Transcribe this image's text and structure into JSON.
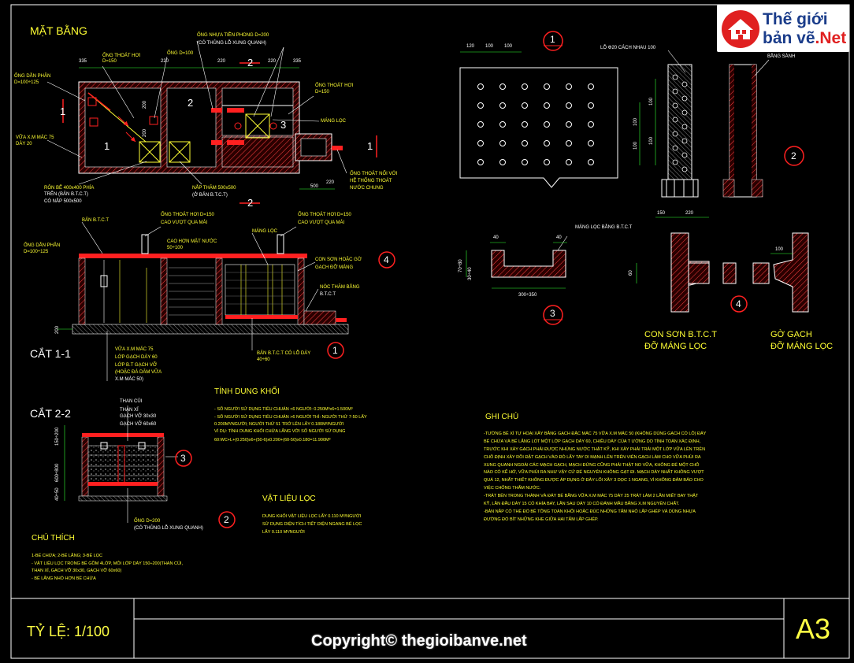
{
  "logo": {
    "line1": "Thế giới",
    "line2a": "bản vẽ",
    "line2b": ".Net"
  },
  "copyright": "Copyright© thegioibanve.net",
  "title_block": {
    "scale_label": "TỶ LỆ: 1/100",
    "sheet_size": "A3"
  },
  "plan": {
    "title": "MẶT BẰNG",
    "labels": {
      "inlet_pipe": "ỐNG DẪN PHÂN",
      "inlet_pipe_dia": "D=100÷125",
      "vent1": "ỐNG THOÁT HƠI",
      "vent1_dia": "D=150",
      "pipe100": "ỐNG D=100",
      "tp_pipe": "ỐNG NHỰA TIỀN PHONG D=200",
      "tp_pipe_note": "(CÓ THỦNG LỖ XUNG QUANH)",
      "vent2": "ỐNG THOÁT HƠI",
      "vent2_dia": "D=150",
      "filter_tray": "MÁNG LỌC",
      "mortar": "VỮA X.M MÁC 75",
      "mortar_thk": "DÀY 20",
      "outlet": "ỐNG THOÁT NỐI VỚI",
      "outlet2": "HỆ THỐNG THOÁT",
      "outlet3": "NƯỚC CHUNG",
      "hole": "RÔN BÊ 400x400 PHÍA",
      "hole2": "TRÊN (BẢN B.T.C.T)",
      "hole3": "CÓ NẮP 500x500",
      "manhole": "NẮP THĂM 500x500",
      "manhole2": "(Ở BẢN B.T.C.T)",
      "dims": [
        "335",
        "220",
        "220",
        "220",
        "335",
        "500",
        "220",
        "200",
        "200"
      ]
    },
    "chambers": [
      "1",
      "2",
      "3"
    ],
    "section_marks": [
      "1",
      "1",
      "2",
      "2"
    ]
  },
  "section11": {
    "title": "CẮT 1-1",
    "labels": {
      "slab": "BẢN B.T.C.T",
      "vent": "ỐNG THOÁT HƠI D=150",
      "vent2": "CAO VƯỢT QUA MÁI",
      "vent3": "ỐNG THOÁT HƠI D=150",
      "vent4": "CAO VƯỢT QUA MÁI",
      "inlet": "ỐNG DẪN PHÂN",
      "inlet2": "D=100÷125",
      "water": "CAO HƠN MẶT NƯỚC",
      "water2": "50÷100",
      "tray": "MÁNG LỌC",
      "corbel": "CON SƠN HOẶC GỜ",
      "corbel2": "GẠCH ĐỠ MÁNG",
      "cover": "NÓC THĂM BẰNG",
      "cover2": "B.T.C.T",
      "base": "BẢN B.T.C.T CÓ LỖ DÀY",
      "base2": "40÷60",
      "l1": "VỮA X.M MÁC 75",
      "l2": "LỚP GẠCH DÀY 60",
      "l3": "LỚP B.T GẠCH VỠ",
      "l4": "(HOẶC ĐÁ DĂM VỮA",
      "l5": "X.M MÁC 50)",
      "dim": "200"
    }
  },
  "section22": {
    "title": "CẮT 2-2",
    "labels": {
      "m1": "THAN CỦI",
      "m2": "THAN XỈ",
      "m3": "GẠCH VỠ 30x30",
      "m4": "GẠCH VỠ 60x60",
      "pipe": "ỐNG D=200",
      "pipe2": "(CÓ THỦNG LỖ XUNG QUANH)",
      "dims": [
        "150÷200",
        "600÷800",
        "40÷50"
      ]
    }
  },
  "volume": {
    "title": "TÍNH DUNG KHỐI",
    "lines": [
      "- SỐ NGƯỜI SỬ DỤNG TIÊU CHUẨN <6 NGƯỜI: 0.250M³x6=1.500M³",
      "- SỐ NGƯỜI SỬ DỤNG TIÊU CHUẨN >6 NGƯỜI THÌ: NGƯỜI THỨ 7-50 LẤY",
      "0.200M³/NGƯỜI; NGƯỜI THỨ 51 TRỞ LÊN LẤY 0.180M³/NGƯỜI",
      "VÍ DỤ: TÍNH DUNG KHỐI CHỨA LẮNG VỚI SỐ NGƯỜI SỬ DỤNG",
      "60:WC+L+(0.250)x6+(50-6)x0.200+(60-50)x0.180=11.900M³"
    ]
  },
  "material": {
    "title": "VẬT LIỆU LỌC",
    "lines": [
      "DUNG KHỐI VẬT LIỆU LỌC LẤY 0.110 M³/NGƯỜI",
      "SỬ DỤNG DIỆN TÍCH TIẾT DIỆN NGANG BỂ LỌC",
      "LẤY 0.110 M²/NGƯỜI"
    ]
  },
  "legend": {
    "title": "CHÚ THÍCH",
    "lines": [
      "1-BỂ CHỨA; 2-BỂ LẮNG; 3-BỂ LỌC",
      "- VẬT LIỆU LỌC TRONG BỂ GỒM 4LỚP, MỖI LỚP DÀY 150÷200(THAN CỦI,",
      "THAN XỈ, GẠCH VỠ 30x30, GẠCH VỠ 60x60)",
      "- BỂ LẮNG NHỎ HƠN BỂ CHỨA"
    ]
  },
  "notes": {
    "title": "GHI CHÚ",
    "lines": [
      "-TƯỜNG BỂ XÍ TỰ HOẠI XÂY BẰNG GẠCH  ĐẶC MÁC 75 VỮA X.M MÁC 50 (KHÔNG DÙNG GẠCH CÓ LỖ) ĐÁY",
      "BỂ CHỨA VÀ BỂ LẮNG LÓT MỘT LỚP GẠCH DÀY 60, CHIỀU DÀY CỦA T ƯỜNG DO TÍNH TOÁN XÁC ĐỊNH,",
      "TRƯỚC KHI XÂY GẠCH PHẢI ĐƯỢC NHÚNG NƯỚC THẬT KỸ, KHI XÂY PHẢI TRẢI MỘT LỚP VỮA LÊN TRÊN",
      "CHỖ ĐỊNH XÂY RỒI ĐẶT GẠCH VÀO ĐÓ LẤY TAY DI MẠNH LÊN TRÊN VIÊN GẠCH LÀM CHO VỮA PHÙI RA",
      "XUNG QUANH NGOÀI CÁC MẠCH GẠCH, MẠCH ĐỨNG CŨNG PHẢI THẬT NO VỮA, KHÔNG ĐỂ MỘT CHỖ",
      "NÀO CÓ KẼ HỞ, VỮA PHÙI RA NHƯ VẬY CỨ ĐỂ NGUYÊN KHÔNG GẠT ĐI. MẠCH DÀY NHẤT KHÔNG VƯỢT",
      "QUÁ 12, NHẤT THIẾT KHÔNG ĐƯỢC ÁP DỤNG Ở ĐÂY LỐI XÂY 3 DỌC 1 NGANG, VÌ KHÔNG  ĐẢM BẢO CHO",
      "VIỆC CHỐNG THẤM NƯỚC.",
      "-TRÁT BÊN TRONG THÀNH VÀ  ĐÁY BỂ BẰNG VỮA X.M MÁC 75 DÀY 25 TRÁT LÀM 2 LẦN MIẾT BAY THẬT",
      "KỸ, LẦN ĐẦU DÀY 15 CÓ KHÍA BAY, LẦN SAU DÀY 10 CÓ  ĐÁNH MẦU BẰNG X.M NGUYÊN CHẤT.",
      "-BẢN NẮP CÓ THỂ ĐỔ BÊ TÔNG TOÀN KHỐI HOẶC ĐÚC NHỮNG TẤM NHỎ LẮP GHÉP VÀ DÙNG NHỰA",
      "ĐƯỜNG ĐỔ BÍT NHỮNG KHE GIỮA HAI TẤM LẮP GHÉP."
    ]
  },
  "detail1": {
    "mark": "1",
    "dims": [
      "120",
      "100",
      "100"
    ],
    "side_dims": [
      "100",
      "100"
    ],
    "mark2": "2",
    "label": "LỖ  Φ20 CÁCH NHAU 100",
    "label2": "BẰNG SÀNH",
    "side2_dims": [
      "100",
      "100"
    ]
  },
  "detail3": {
    "mark": "3",
    "label": "MÁNG LỌC BẰNG B.T.C.T",
    "dims": [
      "40",
      "40",
      "70÷80",
      "30÷40",
      "300÷350"
    ]
  },
  "detail4": {
    "mark": "4",
    "dims": [
      "150",
      "220",
      "60",
      "100"
    ],
    "caption1": "CON SƠN B.T.C.T",
    "caption1b": "ĐỠ MÁNG LỌC",
    "caption2": "GỜ GẠCH",
    "caption2b": "ĐỠ MÁNG LỌC"
  },
  "colors": {
    "line": "#ffffff",
    "red": "#ff2020",
    "yellow": "#ffff33",
    "green": "#33ff33",
    "magenta": "#ff33ff",
    "cyan": "#33ffff",
    "wall": "#e8e8e8",
    "hatch": "#ff5555"
  }
}
